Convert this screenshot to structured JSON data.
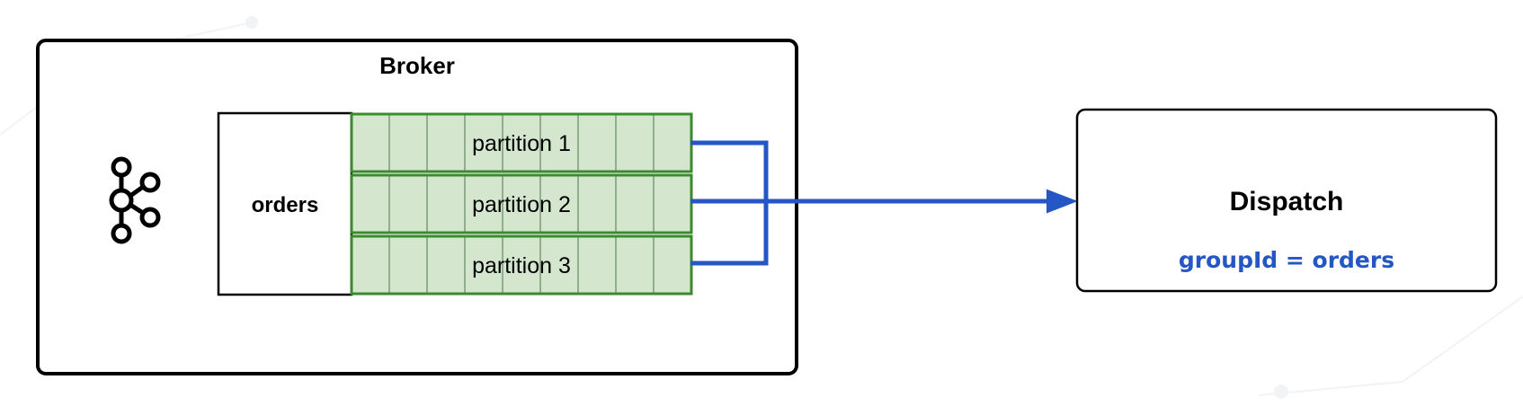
{
  "broker": {
    "title": "Broker",
    "icon": "kafka-icon"
  },
  "topic": {
    "name": "orders",
    "partitions": [
      {
        "label": "partition 1"
      },
      {
        "label": "partition 2"
      },
      {
        "label": "partition 3"
      }
    ]
  },
  "consumer": {
    "name": "Dispatch",
    "group_id_text": "groupId = orders"
  },
  "colors": {
    "partition_fill": "#d5e6cf",
    "partition_stroke": "#3b8a2f",
    "cell_divider": "#7a9a73",
    "connector": "#2456c4",
    "box_stroke": "#000000",
    "group_text": "#2456c4"
  }
}
